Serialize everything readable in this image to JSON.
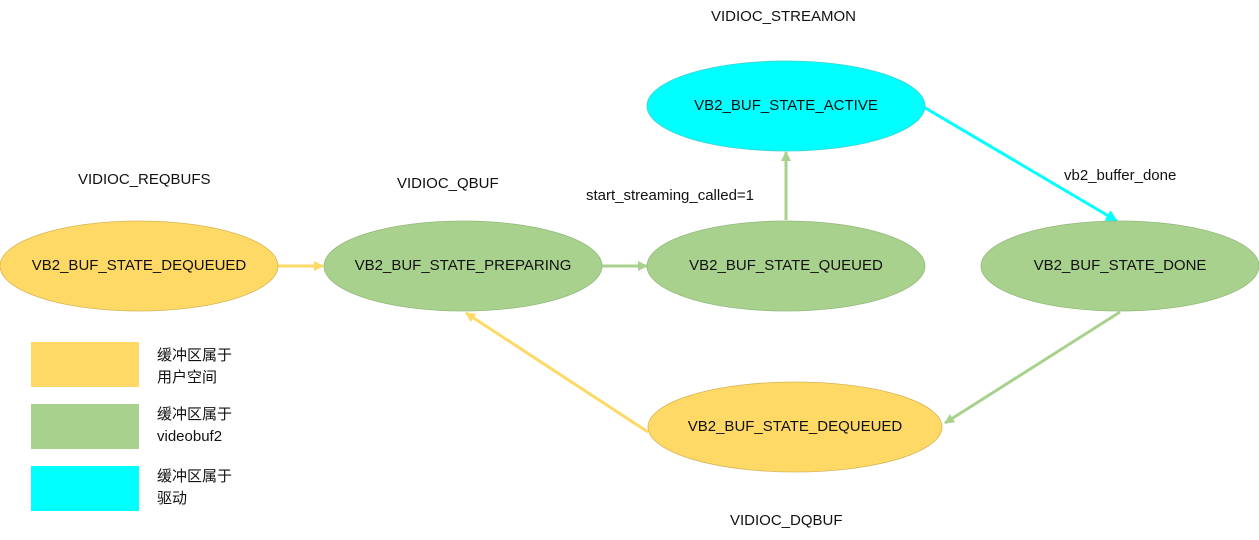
{
  "colors": {
    "user": "#FFD966",
    "videobuf2": "#A9D18E",
    "driver": "#00FFFF",
    "arrow_user": "#FFD966",
    "arrow_videobuf2": "#A9D18E",
    "arrow_driver": "#00FFFF"
  },
  "nodes": {
    "dequeued_left": "VB2_BUF_STATE_DEQUEUED",
    "preparing": "VB2_BUF_STATE_PREPARING",
    "queued": "VB2_BUF_STATE_QUEUED",
    "active": "VB2_BUF_STATE_ACTIVE",
    "done": "VB2_BUF_STATE_DONE",
    "dequeued_bottom": "VB2_BUF_STATE_DEQUEUED"
  },
  "labels": {
    "reqbufs": "VIDIOC_REQBUFS",
    "qbuf": "VIDIOC_QBUF",
    "streamon": "VIDIOC_STREAMON",
    "start_streaming": "start_streaming_called=1",
    "buffer_done": "vb2_buffer_done",
    "dqbuf": "VIDIOC_DQBUF"
  },
  "legend": [
    {
      "line1": "缓冲区属于",
      "line2": "用户空间",
      "color": "#FFD966"
    },
    {
      "line1": "缓冲区属于",
      "line2": "videobuf2",
      "color": "#A9D18E"
    },
    {
      "line1": "缓冲区属于",
      "line2": "驱动",
      "color": "#00FFFF"
    }
  ]
}
